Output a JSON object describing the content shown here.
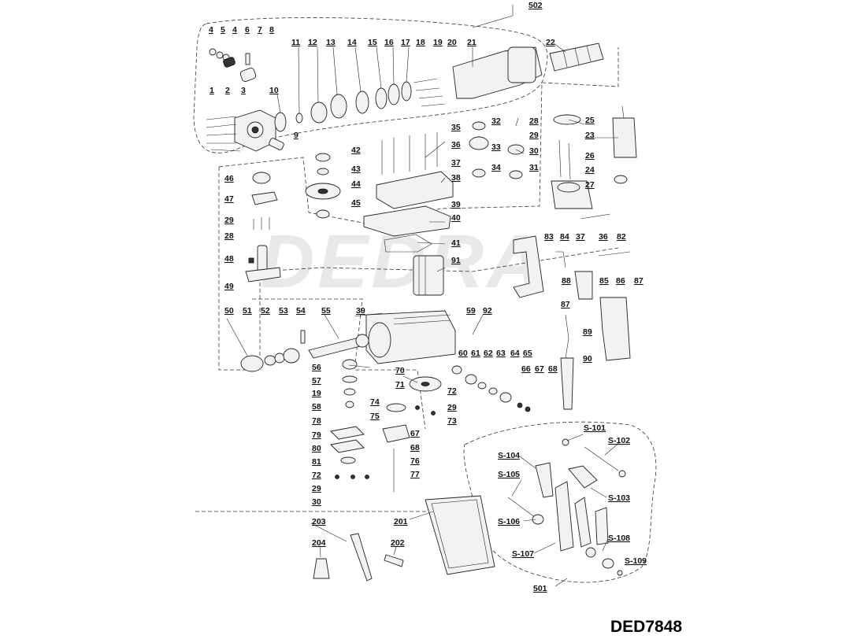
{
  "model": "DED7848",
  "watermark": "DEDRA",
  "labels": {
    "l502": "502",
    "l22": "22",
    "l4a": "4",
    "l5": "5",
    "l4b": "4",
    "l6": "6",
    "l7": "7",
    "l8": "8",
    "l11": "11",
    "l12": "12",
    "l13": "13",
    "l14": "14",
    "l15": "15",
    "l16": "16",
    "l17": "17",
    "l18": "18",
    "l19a": "19",
    "l20": "20",
    "l21": "21",
    "l1": "1",
    "l2": "2",
    "l3": "3",
    "l10": "10",
    "l9": "9",
    "l25": "25",
    "l23": "23",
    "l26": "26",
    "l24": "24",
    "l27": "27",
    "l32": "32",
    "l28a": "28",
    "l29a": "29",
    "l33": "33",
    "l30a": "30",
    "l34": "34",
    "l31": "31",
    "l35": "35",
    "l36a": "36",
    "l37a": "37",
    "l38": "38",
    "l42": "42",
    "l43": "43",
    "l44": "44",
    "l45": "45",
    "l39a": "39",
    "l40": "40",
    "l41": "41",
    "l91": "91",
    "l46": "46",
    "l47": "47",
    "l29b": "29",
    "l28b": "28",
    "l48": "48",
    "l49": "49",
    "l83": "83",
    "l84": "84",
    "l37b": "37",
    "l36b": "36",
    "l82": "82",
    "l88": "88",
    "l85": "85",
    "l86": "86",
    "l87a": "87",
    "l87b": "87",
    "l89": "89",
    "l90": "90",
    "l50": "50",
    "l51": "51",
    "l52": "52",
    "l53": "53",
    "l54": "54",
    "l55": "55",
    "l39b": "39",
    "l59": "59",
    "l92": "92",
    "l56": "56",
    "l57": "57",
    "l19b": "19",
    "l58": "58",
    "l60": "60",
    "l61": "61",
    "l62": "62",
    "l63": "63",
    "l64": "64",
    "l65": "65",
    "l66": "66",
    "l67a": "67",
    "l68a": "68",
    "l70": "70",
    "l71": "71",
    "l72a": "72",
    "l29c": "29",
    "l73": "73",
    "l74": "74",
    "l75": "75",
    "l67b": "67",
    "l68b": "68",
    "l76": "76",
    "l77": "77",
    "l78": "78",
    "l79": "79",
    "l80": "80",
    "l81": "81",
    "l72b": "72",
    "l29d": "29",
    "l30b": "30",
    "s101": "S-101",
    "s102": "S-102",
    "s103": "S-103",
    "s104": "S-104",
    "s105": "S-105",
    "s106": "S-106",
    "s107": "S-107",
    "s108": "S-108",
    "s109": "S-109",
    "l501": "501",
    "l201": "201",
    "l202": "202",
    "l203": "203",
    "l204": "204"
  }
}
